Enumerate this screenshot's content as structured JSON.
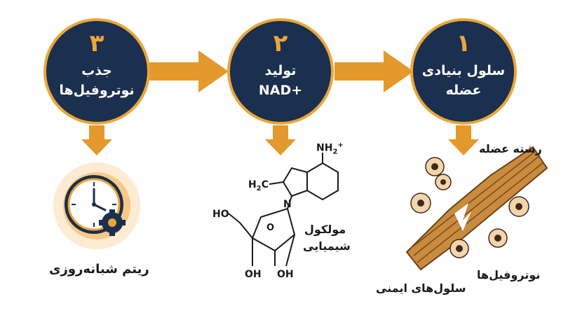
{
  "steps": [
    {
      "number": "۱",
      "line1": "سلول بنیادی",
      "line2": "عضله"
    },
    {
      "number": "۲",
      "line1": "تولید",
      "line2": "NAD+"
    },
    {
      "number": "۳",
      "line1": "جذب",
      "line2": "نوتروفیل‌ها"
    }
  ],
  "step1_labels": {
    "muscle_fiber": "رشته عضله",
    "neutrophils": "نوتروفیل‌ها",
    "immune_cells": "سلول‌های ایمنی"
  },
  "step2_labels": {
    "molecule_line1": "مولکول",
    "molecule_line2": "شیمیایی",
    "nh2": "NH",
    "nh2_sub": "2",
    "nh2_sup": "+",
    "h2c": "H",
    "h2c_sub": "2",
    "h2c_c": "C",
    "n_atom": "N",
    "ho": "HO",
    "oh1": "OH",
    "oh2": "OH",
    "o_ring": "O"
  },
  "step3_labels": {
    "rhythm": "ریتم شبانه‌روزی"
  },
  "colors": {
    "navy": "#1b2f4e",
    "orange": "#e9a63a",
    "arrow": "#e4992c"
  }
}
